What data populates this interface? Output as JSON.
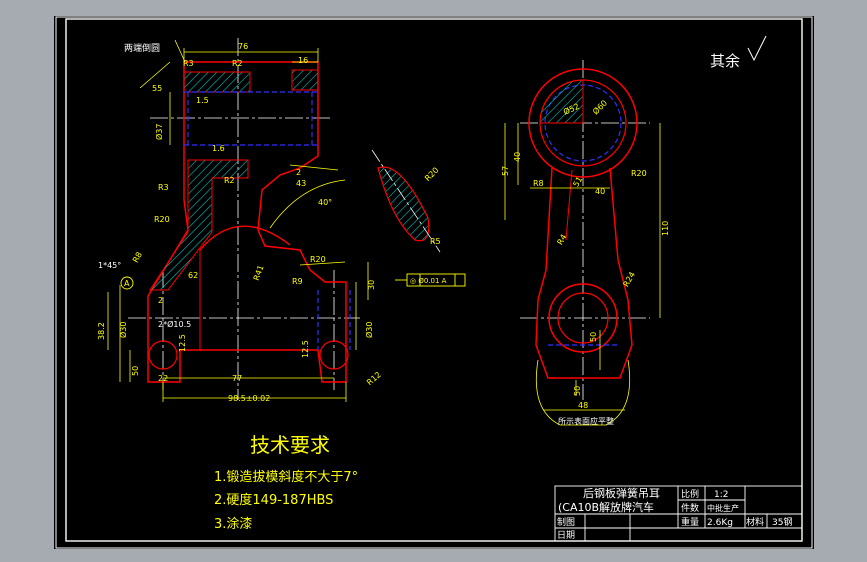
{
  "drawing": {
    "colors": {
      "background": "#000000",
      "outline": "#ff0000",
      "dimension": "#ffff00",
      "centerline": "#ffffff",
      "hidden": "#3030ff",
      "hatch": "#00c8c8",
      "frame": "#ffffff",
      "canvas": "#a6aab1"
    },
    "surface_note": "其余",
    "left_view": {
      "note_both_ends": "两端倒圆",
      "dims": {
        "top_width": "76",
        "r2_top": "R2",
        "d16": "16",
        "d1_5": "1.5",
        "d37": "Ø37",
        "d1_6": "1.6",
        "r2_mid": "R2",
        "r3": "R3",
        "r20": "R20",
        "r8": "R8",
        "d62": "62",
        "d22_left": "2",
        "d43": "43",
        "ang40": "40°",
        "r41": "R41",
        "r20b": "R20",
        "r9": "R9",
        "d30": "30",
        "chamfer": "1*45°",
        "d38_2": "38.2",
        "d30_left": "Ø30",
        "d30_right": "Ø30",
        "holes": "2*Ø10.5",
        "d12_5a": "12.5",
        "d12_5b": "12.5",
        "d50": "50",
        "d22": "22",
        "d77": "77",
        "d98_5": "98.5±0.02",
        "r12": "R12",
        "tolerance_frame": "◎ Ø0.01 A",
        "datum": "A",
        "section_r20": "R20",
        "section_r5": "R5",
        "angle_small": "55",
        "r3_top": "R3"
      }
    },
    "right_view": {
      "dims": {
        "d52": "Ø52",
        "d60": "Ø60",
        "d57": "57",
        "d40": "40",
        "r8": "R8",
        "d51": "51",
        "d40b": "40",
        "r20": "R20",
        "d110": "110",
        "r4": "R4",
        "r24": "R24",
        "d50": "50",
        "d50b": "50",
        "d48": "48"
      },
      "caption": "所示表面应平整"
    },
    "tech_requirements": {
      "title": "技术要求",
      "items": [
        "1.锻造拔模斜度不大于7°",
        "2.硬度149-187HBS",
        "3.涂漆"
      ]
    },
    "title_block": {
      "part_name": "后钢板弹簧吊耳",
      "subtitle": "(CA10B解放牌汽车",
      "scale_label": "比例",
      "scale_value": "1:2",
      "qty_label": "件数",
      "qty_value": "中批生产",
      "weight_label": "重量",
      "weight_value": "2.6Kg",
      "material_label": "材料",
      "material_value": "35钢",
      "drawn_label": "制图",
      "date_label": "日期"
    }
  }
}
